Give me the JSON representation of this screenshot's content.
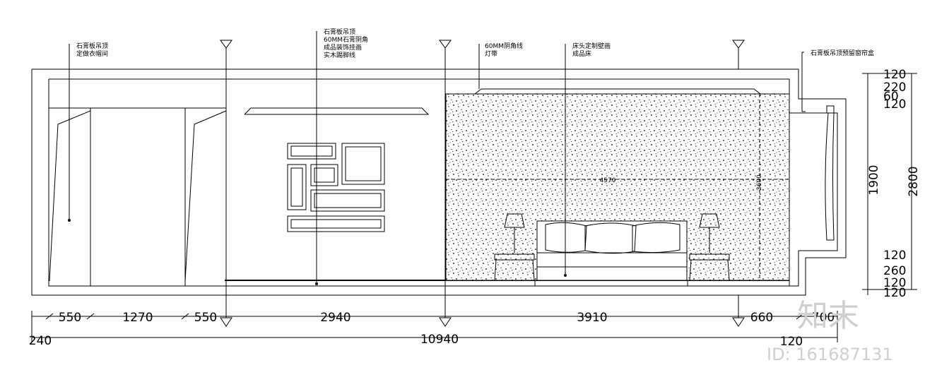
{
  "notes": {
    "left_group": [
      "石膏板吊顶",
      "定做衣帽间"
    ],
    "center_group": [
      "石膏板吊顶",
      "60MM石膏阴角",
      "成品装饰挂画",
      "实木踢脚线"
    ],
    "right_group_a": [
      "60MM阴角线",
      "灯带"
    ],
    "right_group_b": [
      "床头定制壁画",
      "成品床"
    ],
    "far_right": "石膏板吊顶预留窗帘盒"
  },
  "dims": {
    "bottom_row": [
      "550",
      "1270",
      "550",
      "2940",
      "3910",
      "660",
      "700"
    ],
    "total": "10940",
    "left_offset": "240",
    "right_offset": "120",
    "right_column": [
      "120",
      "220",
      "60",
      "120",
      "1900",
      "120",
      "260",
      "120",
      "120"
    ],
    "right_total": "2800",
    "wall_width": "4570",
    "wall_height": "2690"
  },
  "watermark": {
    "logo": "知末",
    "id": "ID: 161687131"
  }
}
